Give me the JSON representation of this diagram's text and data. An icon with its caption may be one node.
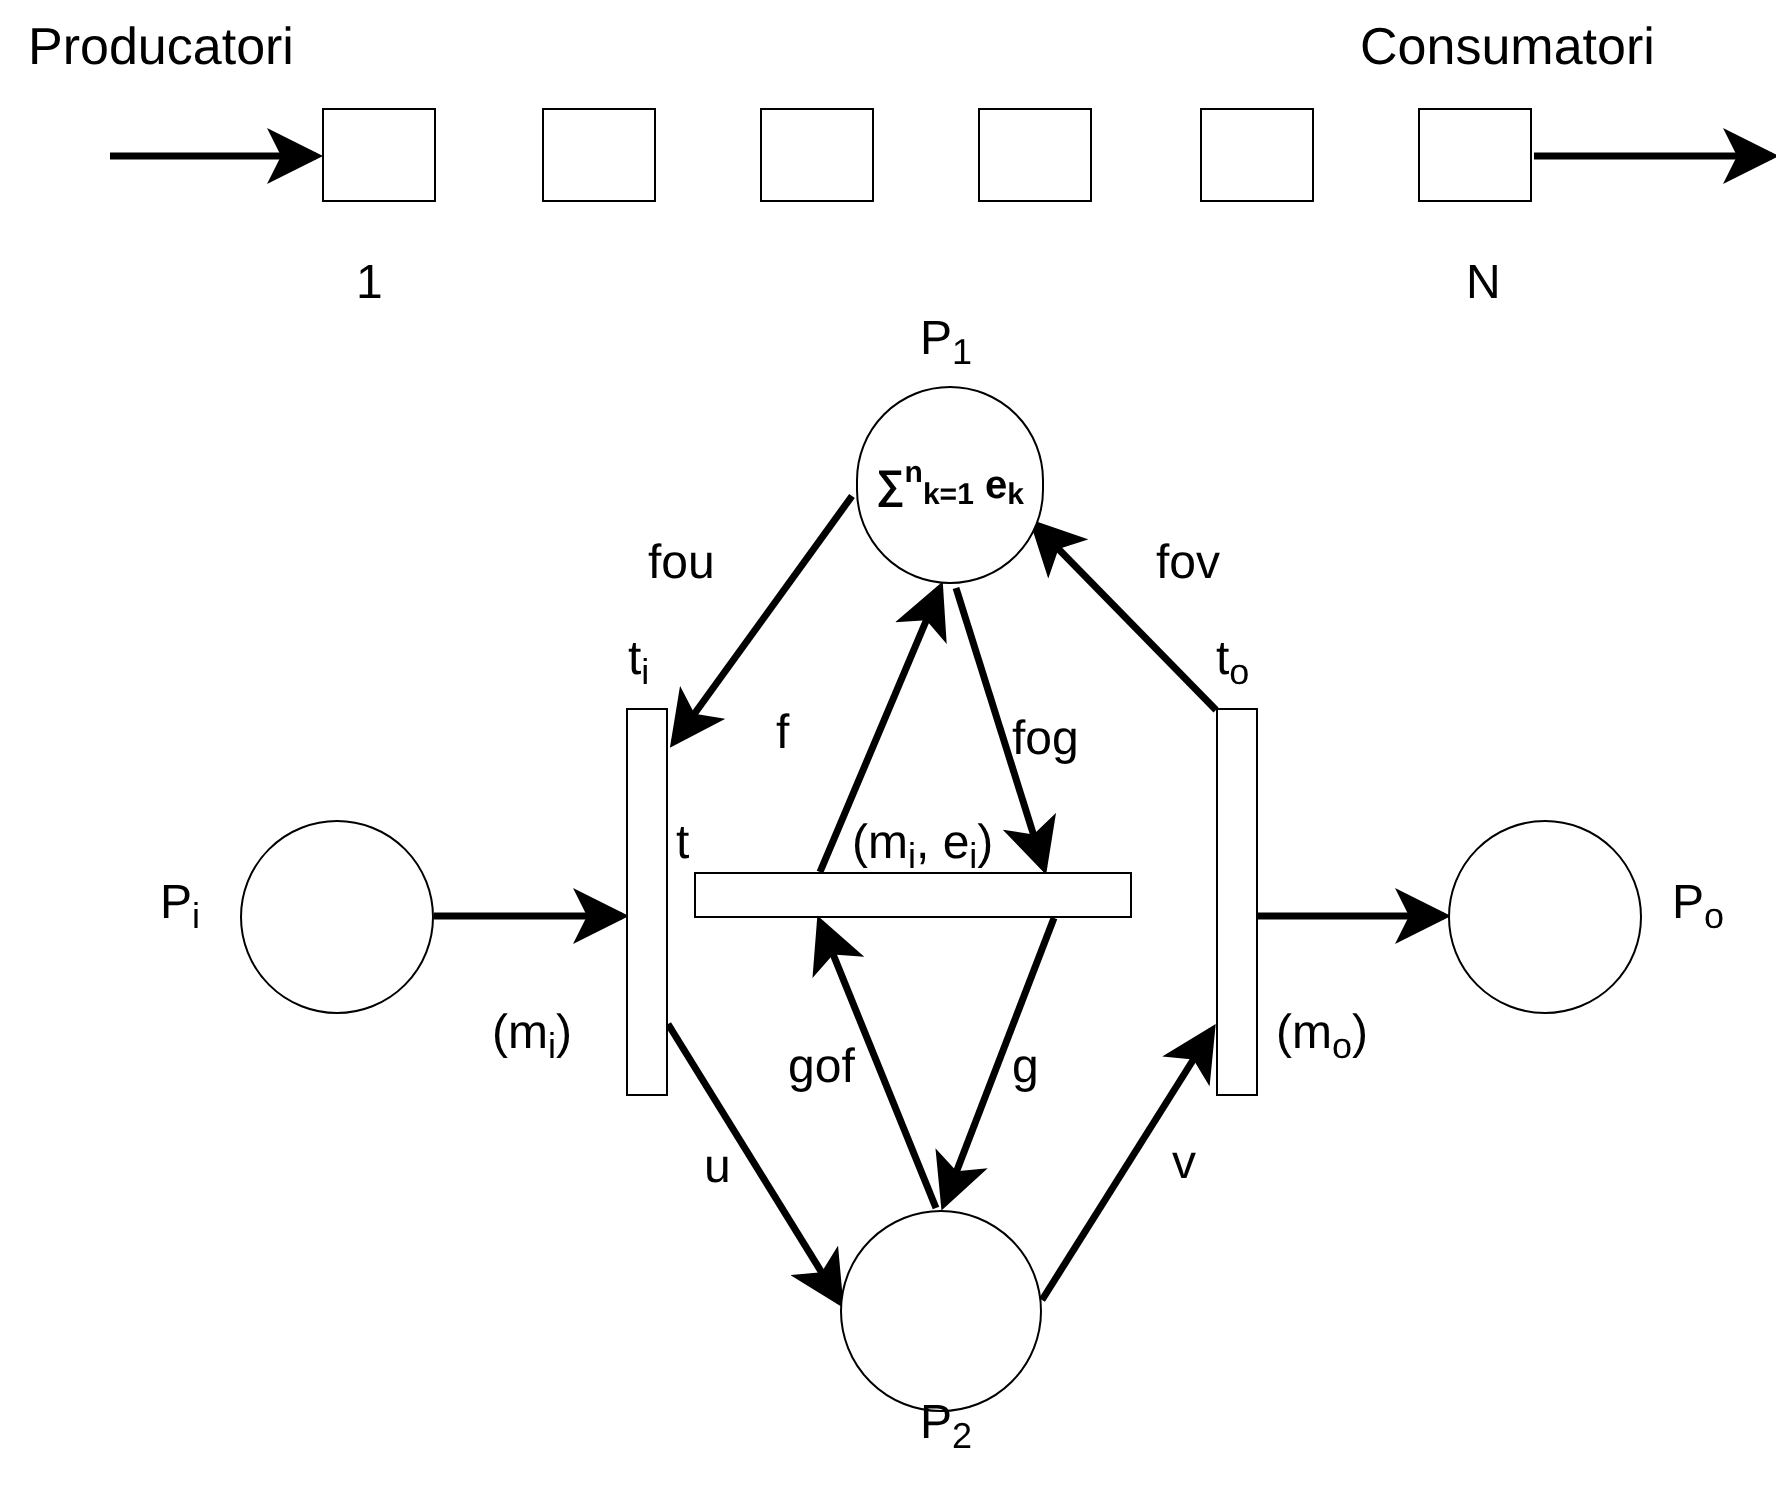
{
  "diagram": {
    "nodes": [
      {
        "text": [],
        "shape": "box",
        "beside": [
          "1"
        ]
      },
      {
        "text": [],
        "shape": "box"
      },
      {
        "text": [],
        "shape": "box"
      },
      {
        "text": [],
        "shape": "box"
      },
      {
        "text": [],
        "shape": "box"
      },
      {
        "text": [],
        "shape": "box",
        "beside": [
          "N"
        ]
      },
      {
        "text": [
          "∑$^{n}$$_{k=1}$ e$_{k}$"
        ],
        "beside": [
          "P$_{1}$"
        ]
      },
      {
        "text": [],
        "shape": "bar",
        "beside": [
          "t$_{i}$",
          "(m$_{i}$)"
        ]
      },
      {
        "text": [],
        "shape": "bar",
        "beside": [
          "t",
          "(m$_{i}$, e$_{i}$)"
        ]
      },
      {
        "text": [],
        "shape": "bar",
        "beside": [
          "t$_{o}$",
          "(m$_{o}$)"
        ]
      },
      {
        "text": [],
        "shape": "circle",
        "beside": [
          "P$_{i}$"
        ]
      },
      {
        "text": [],
        "shape": "circle",
        "beside": [
          "P$_{o}$"
        ]
      },
      {
        "text": [],
        "shape": "circle",
        "beside": [
          "P$_{2}$"
        ]
      }
    ],
    "edges": [
      {
        "from": null,
        "to": 0,
        "arrow": "to"
      },
      {
        "from": 5,
        "to": null,
        "arrow": "to"
      },
      {
        "from": 6,
        "to": 7,
        "arrow": "to",
        "label": "fou"
      },
      {
        "from": 9,
        "to": 6,
        "arrow": "to",
        "label": "fov"
      },
      {
        "from": 8,
        "to": 6,
        "arrow": "to",
        "label": "f"
      },
      {
        "from": 6,
        "to": 8,
        "arrow": "to",
        "label": "fog"
      },
      {
        "from": 10,
        "to": 7,
        "arrow": "to"
      },
      {
        "from": 9,
        "to": 11,
        "arrow": "to"
      },
      {
        "from": 7,
        "to": 12,
        "arrow": "to",
        "label": "u"
      },
      {
        "from": 12,
        "to": 8,
        "arrow": "to",
        "label": "gof"
      },
      {
        "from": 8,
        "to": 12,
        "arrow": "to",
        "label": "g"
      },
      {
        "from": 12,
        "to": 9,
        "arrow": "to",
        "label": "v"
      }
    ],
    "labels": [
      "Producatori",
      "Consumatori"
    ]
  }
}
